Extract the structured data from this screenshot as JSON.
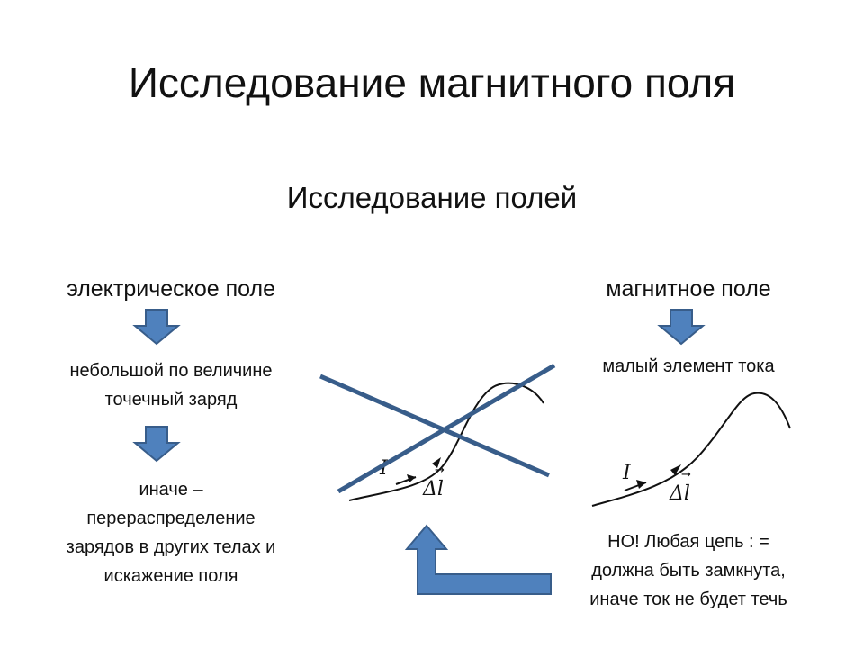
{
  "title": "Исследование магнитного поля",
  "subtitle": "Исследование полей",
  "left": {
    "heading": "электрическое поле",
    "step1_lines": [
      "небольшой по величине",
      "точечный заряд"
    ],
    "step2_lines": [
      "иначе –",
      "перераспределение",
      "зарядов в других телах  и",
      "искажение поля"
    ]
  },
  "right": {
    "heading": "магнитное поле",
    "step1": "малый элемент тока",
    "note_lines": [
      "НО! Любая цепь : =",
      "должна быть замкнута,",
      "иначе ток не будет течь"
    ]
  },
  "symbols": {
    "current": "I",
    "delta_l": "Δl",
    "vector_arrow": "→"
  },
  "colors": {
    "arrow_fill": "#4f81bd",
    "arrow_stroke": "#385d8a",
    "cross_line": "#385d8a"
  }
}
